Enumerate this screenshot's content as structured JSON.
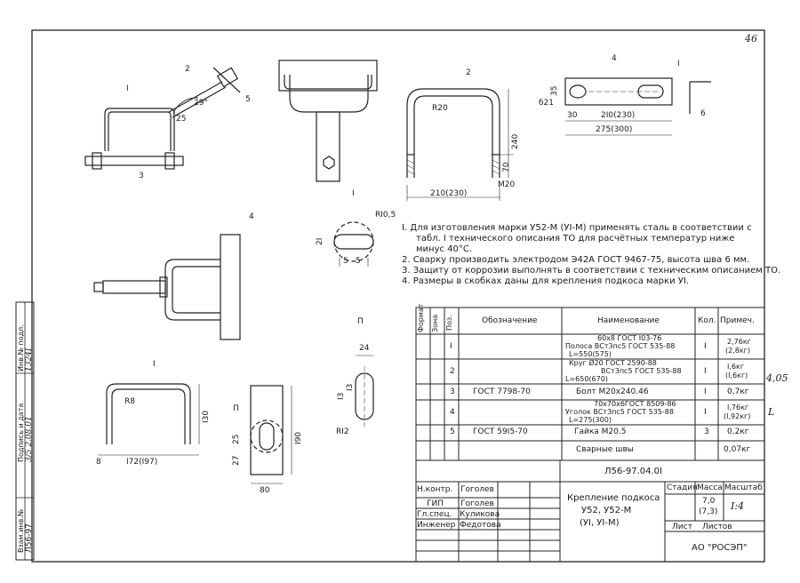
{
  "sheet_number": "46",
  "drawing_labels": {
    "view_topleft": {
      "l1": "I",
      "l2": "2",
      "l3": "5",
      "l4": "3",
      "ang": "29°",
      "d25": "25"
    },
    "view_top_center": {},
    "view_u_bolt": {
      "l2": "2",
      "r": "R20",
      "h": "240",
      "h2": "70",
      "w": "210(230)",
      "m": "M20"
    },
    "view_strip": {
      "l4": "4",
      "l1": "I",
      "d35": "35",
      "d21": "б21",
      "d30": "30",
      "d210": "2I0(230)",
      "d275": "275(300)",
      "d6": "6"
    },
    "view_hole": {
      "title": "I",
      "r": "RI0,5",
      "d21": "2I",
      "d5a": "5",
      "d5b": "5"
    },
    "view_bracket": {
      "l4": "4"
    },
    "view_ubolt_small": {
      "l1": "I",
      "r": "R8",
      "h": "I30",
      "d8": "8",
      "w": "I72(I97)"
    },
    "view_plate": {
      "p": "П",
      "d190": "I90",
      "d25": "25",
      "d27": "27",
      "d80": "80",
      "d24": "24",
      "d13a": "I3",
      "d13b": "I3",
      "r12": "RI2",
      "ptitle": "П"
    }
  },
  "notes": [
    "I. Для изготовления марки У52-М (УI-М) применять сталь в соответствии с",
    "табл. I технического описания ТО для расчётных температур ниже",
    "минус 40°С.",
    "2. Сварку производить электродом Э42А ГОСТ 9467-75, высота шва 6 мм.",
    "3. Защиту от коррозии выполнять в соответствии с техническим описанием ТО.",
    "4. Размеры в скобках даны для крепления подкоса марки УI."
  ],
  "spec_table": {
    "headers": {
      "format": "Формат",
      "zone": "Зона",
      "pos": "Поз.",
      "designation": "Обозначение",
      "name": "Наименование",
      "qty": "Кол.",
      "note": "Примеч."
    },
    "rows": [
      {
        "pos": "I",
        "designation": "",
        "name_lines": [
          "60х8 ГОСТ I03-76",
          "Полоса ВСт3пс5 ГОСТ 535-88",
          "L=550(575)"
        ],
        "qty": "I",
        "note_lines": [
          "2,76кг",
          "(2,8кг)"
        ]
      },
      {
        "pos": "2",
        "designation": "",
        "name_lines": [
          "Круг Ø20 ГОСТ 2590-88",
          "ВСт3пс5 ГОСТ 535-88",
          "L=650(670)"
        ],
        "qty": "I",
        "note_lines": [
          "I,6кг",
          "(I,6кг)"
        ]
      },
      {
        "pos": "3",
        "designation": "ГОСТ 7798-70",
        "name_lines": [
          "Болт М20х240.46"
        ],
        "qty": "I",
        "note_lines": [
          "0,7кг"
        ]
      },
      {
        "pos": "4",
        "designation": "",
        "name_lines": [
          "70х70х6ГОСТ 8509-86",
          "Уголок ВСт3пс5 ГОСТ 535-88",
          "L=275(300)"
        ],
        "qty": "I",
        "note_lines": [
          "I,76кг",
          "(I,92кг)"
        ]
      },
      {
        "pos": "5",
        "designation": "ГОСТ 59I5-70",
        "name_lines": [
          "Гайка М20.5"
        ],
        "qty": "3",
        "note_lines": [
          "0,2кг"
        ]
      },
      {
        "pos": "",
        "designation": "",
        "name_lines": [
          "Сварные швы"
        ],
        "qty": "",
        "note_lines": [
          "0,07кг"
        ]
      }
    ]
  },
  "title_block": {
    "code": "Л56-97.04.0I",
    "title_lines": [
      "Крепление подкоса",
      "У52, У52-М",
      "(УI, УI-М)"
    ],
    "stage_label": "Стадия",
    "mass_label": "Масса",
    "scale_label": "Масштаб",
    "mass_values": [
      "7,0",
      "(7,3)"
    ],
    "scale_value": "I:4",
    "sheet_label": "Лист",
    "sheets_label": "Листов",
    "org": "АО \"РОСЭП\"",
    "roles": [
      {
        "role": "Н.контр.",
        "name": "Гоголев"
      },
      {
        "role": "ГИП",
        "name": "Гоголев"
      },
      {
        "role": "Гл.спец.",
        "name": "Куликова"
      },
      {
        "role": "Инженер",
        "name": "Федотова"
      }
    ]
  },
  "side_stamp": {
    "fields": [
      "Инв.№ подл.",
      "Подпись и дата",
      "Взам.инв.№"
    ],
    "values": [
      "Л56-97",
      "3/5 2.08.01",
      "1324I"
    ]
  },
  "margin_marks": [
    "4,05",
    "L"
  ]
}
